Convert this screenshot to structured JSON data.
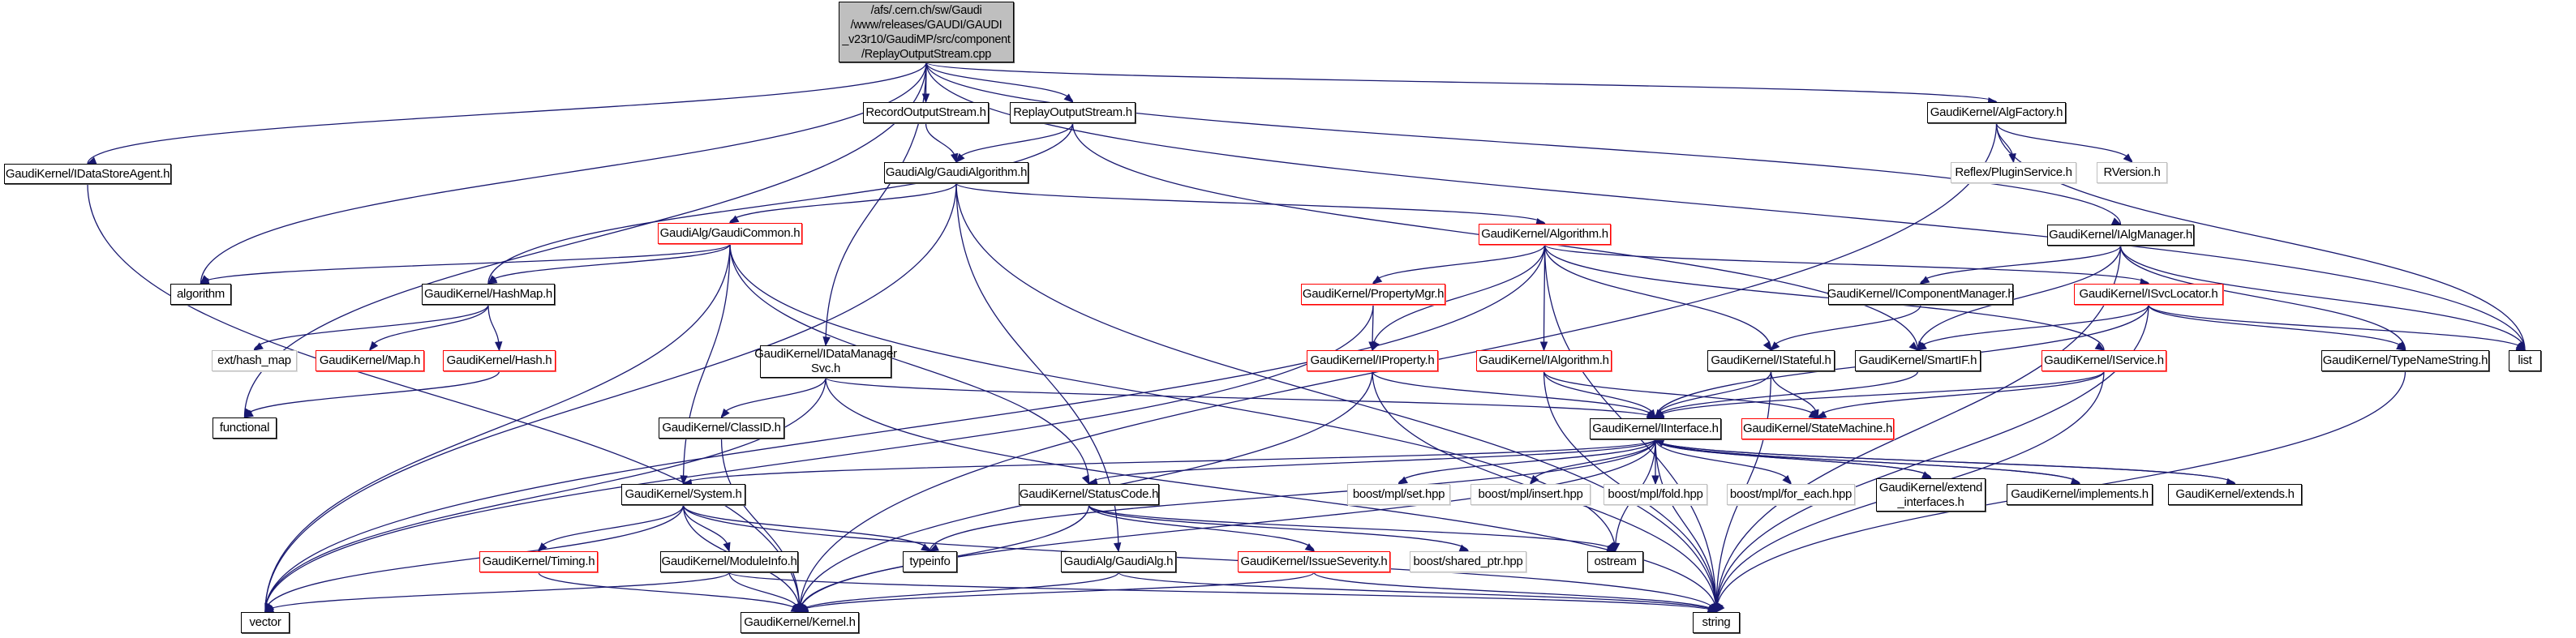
{
  "title": "Include dependency graph for ReplayOutputStream.cpp",
  "colors": {
    "edge": "#191970",
    "root_fill": "#bfbfbf",
    "undocumented_border": "#ff0000",
    "external_border": "#bfbfbf"
  },
  "nodes": [
    {
      "id": "root",
      "label": "/afs/.cern.ch/sw/Gaudi\n/www/releases/GAUDI/GAUDI\n_v23r10/GaudiMP/src/component\n/ReplayOutputStream.cpp",
      "style": "root"
    },
    {
      "id": "RecordOutputStream",
      "label": "RecordOutputStream.h",
      "style": "normal"
    },
    {
      "id": "ReplayOutputStream",
      "label": "ReplayOutputStream.h",
      "style": "normal"
    },
    {
      "id": "GaudiAlgorithm",
      "label": "GaudiAlg/GaudiAlgorithm.h",
      "style": "normal"
    },
    {
      "id": "IDataStoreAgent",
      "label": "GaudiKernel/IDataStoreAgent.h",
      "style": "normal"
    },
    {
      "id": "AlgFactory",
      "label": "GaudiKernel/AlgFactory.h",
      "style": "normal"
    },
    {
      "id": "PluginService",
      "label": "Reflex/PluginService.h",
      "style": "gray"
    },
    {
      "id": "RVersion",
      "label": "RVersion.h",
      "style": "gray"
    },
    {
      "id": "GaudiCommon",
      "label": "GaudiAlg/GaudiCommon.h",
      "style": "red"
    },
    {
      "id": "Algorithm",
      "label": "GaudiKernel/Algorithm.h",
      "style": "red"
    },
    {
      "id": "IAlgManager",
      "label": "GaudiKernel/IAlgManager.h",
      "style": "normal"
    },
    {
      "id": "algorithm",
      "label": "algorithm",
      "style": "normal"
    },
    {
      "id": "HashMap",
      "label": "GaudiKernel/HashMap.h",
      "style": "normal"
    },
    {
      "id": "PropertyMgr",
      "label": "GaudiKernel/PropertyMgr.h",
      "style": "red"
    },
    {
      "id": "IComponentManager",
      "label": "GaudiKernel/IComponentManager.h",
      "style": "normal"
    },
    {
      "id": "ISvcLocator",
      "label": "GaudiKernel/ISvcLocator.h",
      "style": "red"
    },
    {
      "id": "ext_hash_map",
      "label": "ext/hash_map",
      "style": "gray"
    },
    {
      "id": "Map",
      "label": "GaudiKernel/Map.h",
      "style": "red"
    },
    {
      "id": "Hash",
      "label": "GaudiKernel/Hash.h",
      "style": "red"
    },
    {
      "id": "IDataManagerSvc",
      "label": "GaudiKernel/IDataManager\nSvc.h",
      "style": "normal"
    },
    {
      "id": "IProperty",
      "label": "GaudiKernel/IProperty.h",
      "style": "red"
    },
    {
      "id": "IAlgorithm",
      "label": "GaudiKernel/IAlgorithm.h",
      "style": "red"
    },
    {
      "id": "IStateful",
      "label": "GaudiKernel/IStateful.h",
      "style": "normal"
    },
    {
      "id": "SmartIF",
      "label": "GaudiKernel/SmartIF.h",
      "style": "normal"
    },
    {
      "id": "IService",
      "label": "GaudiKernel/IService.h",
      "style": "red"
    },
    {
      "id": "TypeNameString",
      "label": "GaudiKernel/TypeNameString.h",
      "style": "normal"
    },
    {
      "id": "list",
      "label": "list",
      "style": "normal"
    },
    {
      "id": "functional",
      "label": "functional",
      "style": "normal"
    },
    {
      "id": "ClassID",
      "label": "GaudiKernel/ClassID.h",
      "style": "normal"
    },
    {
      "id": "IInterface",
      "label": "GaudiKernel/IInterface.h",
      "style": "normal"
    },
    {
      "id": "StateMachine",
      "label": "GaudiKernel/StateMachine.h",
      "style": "red"
    },
    {
      "id": "System",
      "label": "GaudiKernel/System.h",
      "style": "normal"
    },
    {
      "id": "StatusCode",
      "label": "GaudiKernel/StatusCode.h",
      "style": "normal"
    },
    {
      "id": "mpl_set",
      "label": "boost/mpl/set.hpp",
      "style": "gray"
    },
    {
      "id": "mpl_insert",
      "label": "boost/mpl/insert.hpp",
      "style": "gray"
    },
    {
      "id": "mpl_fold",
      "label": "boost/mpl/fold.hpp",
      "style": "gray"
    },
    {
      "id": "mpl_for_each",
      "label": "boost/mpl/for_each.hpp",
      "style": "gray"
    },
    {
      "id": "extend_interfaces",
      "label": "GaudiKernel/extend\n_interfaces.h",
      "style": "normal"
    },
    {
      "id": "implements",
      "label": "GaudiKernel/implements.h",
      "style": "normal"
    },
    {
      "id": "extends",
      "label": "GaudiKernel/extends.h",
      "style": "normal"
    },
    {
      "id": "Timing",
      "label": "GaudiKernel/Timing.h",
      "style": "red"
    },
    {
      "id": "ModuleInfo",
      "label": "GaudiKernel/ModuleInfo.h",
      "style": "normal"
    },
    {
      "id": "typeinfo",
      "label": "typeinfo",
      "style": "normal"
    },
    {
      "id": "GaudiAlg",
      "label": "GaudiAlg/GaudiAlg.h",
      "style": "normal"
    },
    {
      "id": "IssueSeverity",
      "label": "GaudiKernel/IssueSeverity.h",
      "style": "red"
    },
    {
      "id": "shared_ptr",
      "label": "boost/shared_ptr.hpp",
      "style": "gray"
    },
    {
      "id": "ostream",
      "label": "ostream",
      "style": "normal"
    },
    {
      "id": "vector",
      "label": "vector",
      "style": "normal"
    },
    {
      "id": "Kernel",
      "label": "GaudiKernel/Kernel.h",
      "style": "normal"
    },
    {
      "id": "string",
      "label": "string",
      "style": "normal"
    }
  ],
  "edges": [
    [
      "root",
      "RecordOutputStream"
    ],
    [
      "root",
      "ReplayOutputStream"
    ],
    [
      "root",
      "IDataStoreAgent"
    ],
    [
      "root",
      "AlgFactory"
    ],
    [
      "root",
      "algorithm"
    ],
    [
      "root",
      "IDataManagerSvc"
    ],
    [
      "root",
      "functional"
    ],
    [
      "root",
      "IAlgManager"
    ],
    [
      "root",
      "list"
    ],
    [
      "RecordOutputStream",
      "GaudiAlgorithm"
    ],
    [
      "ReplayOutputStream",
      "GaudiAlgorithm"
    ],
    [
      "ReplayOutputStream",
      "HashMap"
    ],
    [
      "ReplayOutputStream",
      "SmartIF"
    ],
    [
      "GaudiAlgorithm",
      "GaudiCommon"
    ],
    [
      "GaudiAlgorithm",
      "Algorithm"
    ],
    [
      "GaudiAlgorithm",
      "vector"
    ],
    [
      "GaudiAlgorithm",
      "GaudiAlg"
    ],
    [
      "GaudiAlgorithm",
      "string"
    ],
    [
      "IDataStoreAgent",
      "Kernel"
    ],
    [
      "AlgFactory",
      "PluginService"
    ],
    [
      "AlgFactory",
      "RVersion"
    ],
    [
      "AlgFactory",
      "Kernel"
    ],
    [
      "AlgFactory",
      "list"
    ],
    [
      "GaudiCommon",
      "algorithm"
    ],
    [
      "GaudiCommon",
      "HashMap"
    ],
    [
      "GaudiCommon",
      "System"
    ],
    [
      "GaudiCommon",
      "StatusCode"
    ],
    [
      "GaudiCommon",
      "vector"
    ],
    [
      "GaudiCommon",
      "ostream"
    ],
    [
      "Algorithm",
      "PropertyMgr"
    ],
    [
      "Algorithm",
      "IProperty"
    ],
    [
      "Algorithm",
      "IAlgorithm"
    ],
    [
      "Algorithm",
      "IStateful"
    ],
    [
      "Algorithm",
      "ISvcLocator"
    ],
    [
      "Algorithm",
      "IService"
    ],
    [
      "Algorithm",
      "vector"
    ],
    [
      "Algorithm",
      "string"
    ],
    [
      "IAlgManager",
      "IComponentManager"
    ],
    [
      "IAlgManager",
      "SmartIF"
    ],
    [
      "IAlgManager",
      "TypeNameString"
    ],
    [
      "IAlgManager",
      "list"
    ],
    [
      "IAlgManager",
      "string"
    ],
    [
      "HashMap",
      "ext_hash_map"
    ],
    [
      "HashMap",
      "Map"
    ],
    [
      "HashMap",
      "Hash"
    ],
    [
      "Hash",
      "functional"
    ],
    [
      "PropertyMgr",
      "IProperty"
    ],
    [
      "PropertyMgr",
      "vector"
    ],
    [
      "IComponentManager",
      "IStateful"
    ],
    [
      "ISvcLocator",
      "SmartIF"
    ],
    [
      "ISvcLocator",
      "IInterface"
    ],
    [
      "ISvcLocator",
      "TypeNameString"
    ],
    [
      "ISvcLocator",
      "list"
    ],
    [
      "ISvcLocator",
      "string"
    ],
    [
      "IDataManagerSvc",
      "ClassID"
    ],
    [
      "IDataManagerSvc",
      "IInterface"
    ],
    [
      "IDataManagerSvc",
      "string"
    ],
    [
      "IDataManagerSvc",
      "vector"
    ],
    [
      "IProperty",
      "IInterface"
    ],
    [
      "IProperty",
      "Kernel"
    ],
    [
      "IProperty",
      "string"
    ],
    [
      "IAlgorithm",
      "IInterface"
    ],
    [
      "IAlgorithm",
      "StateMachine"
    ],
    [
      "IAlgorithm",
      "string"
    ],
    [
      "IStateful",
      "IInterface"
    ],
    [
      "IStateful",
      "StateMachine"
    ],
    [
      "IStateful",
      "string"
    ],
    [
      "SmartIF",
      "IInterface"
    ],
    [
      "IService",
      "IInterface"
    ],
    [
      "IService",
      "StateMachine"
    ],
    [
      "IService",
      "string"
    ],
    [
      "TypeNameString",
      "string"
    ],
    [
      "ClassID",
      "Kernel"
    ],
    [
      "IInterface",
      "System"
    ],
    [
      "IInterface",
      "StatusCode"
    ],
    [
      "IInterface",
      "mpl_set"
    ],
    [
      "IInterface",
      "mpl_insert"
    ],
    [
      "IInterface",
      "mpl_fold"
    ],
    [
      "IInterface",
      "mpl_for_each"
    ],
    [
      "IInterface",
      "extend_interfaces"
    ],
    [
      "IInterface",
      "implements"
    ],
    [
      "IInterface",
      "extends"
    ],
    [
      "IInterface",
      "typeinfo"
    ],
    [
      "IInterface",
      "Kernel"
    ],
    [
      "IInterface",
      "ostream"
    ],
    [
      "IInterface",
      "string"
    ],
    [
      "extend_interfaces",
      "IInterface"
    ],
    [
      "implements",
      "IInterface"
    ],
    [
      "extends",
      "IInterface"
    ],
    [
      "System",
      "Timing"
    ],
    [
      "System",
      "ModuleInfo"
    ],
    [
      "System",
      "Kernel"
    ],
    [
      "System",
      "typeinfo"
    ],
    [
      "System",
      "vector"
    ],
    [
      "System",
      "string"
    ],
    [
      "StatusCode",
      "IssueSeverity"
    ],
    [
      "StatusCode",
      "shared_ptr"
    ],
    [
      "StatusCode",
      "ostream"
    ],
    [
      "StatusCode",
      "Kernel"
    ],
    [
      "Timing",
      "Kernel"
    ],
    [
      "ModuleInfo",
      "Kernel"
    ],
    [
      "ModuleInfo",
      "vector"
    ],
    [
      "ModuleInfo",
      "string"
    ],
    [
      "GaudiAlg",
      "Kernel"
    ],
    [
      "GaudiAlg",
      "string"
    ],
    [
      "IssueSeverity",
      "Kernel"
    ],
    [
      "IssueSeverity",
      "string"
    ]
  ]
}
